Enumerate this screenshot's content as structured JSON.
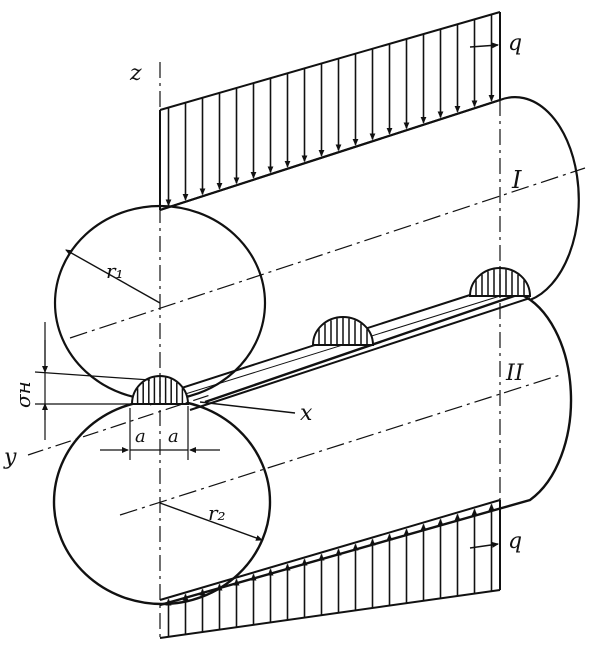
{
  "labels": {
    "load_top": "q",
    "load_bottom": "q",
    "axis_z": "z",
    "axis_y": "y",
    "axis_x": "x",
    "radius_top": "r₁",
    "radius_bottom": "r₂",
    "cylinder_top": "I",
    "cylinder_bottom": "II",
    "half_width_left": "a",
    "half_width_right": "a",
    "contact_stress": "σн"
  },
  "colors": {
    "ink": "#111111",
    "paper": "#ffffff"
  }
}
